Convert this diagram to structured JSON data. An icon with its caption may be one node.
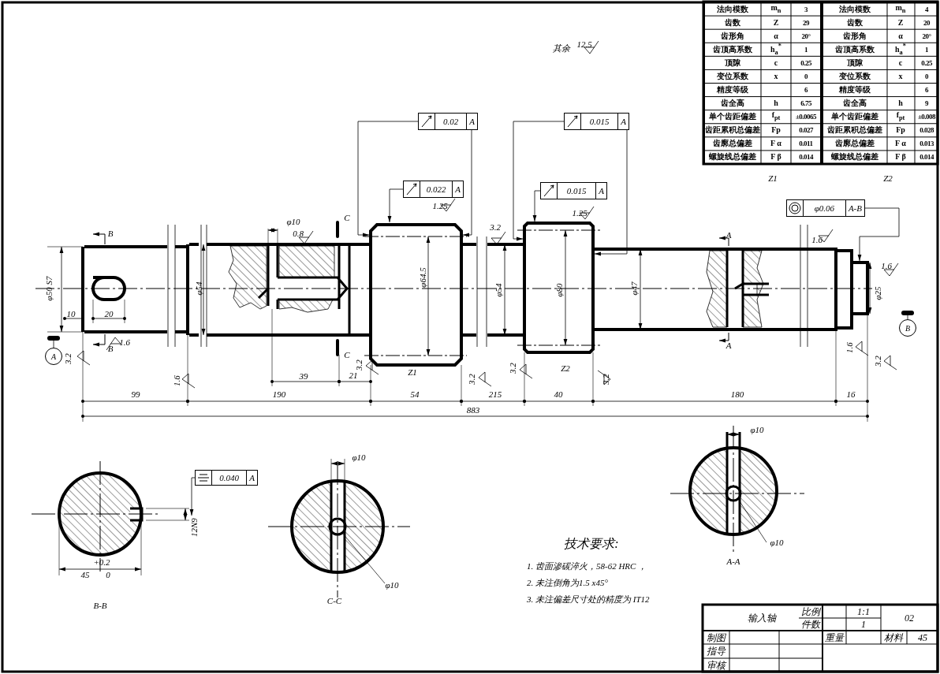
{
  "diagram": {
    "nodes": [
      {
        "text": [
          "0.02",
          "A"
        ]
      },
      {
        "text": [
          "0.015",
          "A"
        ]
      },
      {
        "text": [
          "0.022",
          "A"
        ]
      },
      {
        "text": [
          "0.015",
          "A"
        ]
      },
      {
        "text": [
          "φ0.06",
          "A-B"
        ]
      },
      {
        "text": [
          "0.040",
          "A"
        ]
      },
      {
        "text": [
          "A"
        ]
      },
      {
        "text": [
          "B"
        ]
      },
      {
        "text": [
          "12N9"
        ]
      }
    ],
    "edges": [
      {
        "from": 0,
        "to": null,
        "arrow": "to"
      },
      {
        "from": 0,
        "to": null,
        "arrow": "to"
      },
      {
        "from": 1,
        "to": null,
        "arrow": "to"
      },
      {
        "from": 1,
        "to": null,
        "arrow": "to"
      },
      {
        "from": 2,
        "to": null,
        "arrow": "to"
      },
      {
        "from": 3,
        "to": null,
        "arrow": "to"
      },
      {
        "from": 4,
        "to": null,
        "arrow": "to"
      },
      {
        "from": 5,
        "to": 8,
        "arrow": "to"
      },
      {
        "from": 6,
        "to": null,
        "arrow": "other"
      },
      {
        "from": 7,
        "to": null,
        "arrow": "other"
      }
    ],
    "labels": [
      "法向模数",
      "m$_{n}$",
      "3",
      "齿数",
      "Z",
      "29",
      "齿形角",
      "α",
      "20°",
      "齿顶高系数",
      "h$_{a}$$^{*}$",
      "1",
      "顶隙",
      "c",
      "0.25",
      "变位系数",
      "x",
      "0",
      "精度等级",
      "6",
      "齿全高",
      "h",
      "6.75",
      "单个齿距偏差",
      "f$_{pt}$",
      "±0.0065",
      "齿距累积总偏差",
      "Fp",
      "0.027",
      "齿廓总偏差",
      "F α",
      "0.011",
      "螺旋线总偏差",
      "F β",
      "0.014",
      "法向模数",
      "m$_{n}$",
      "4",
      "齿数",
      "Z",
      "20",
      "齿形角",
      "α",
      "20°",
      "齿顶高系数",
      "h$_{a}$$^{*}$",
      "1",
      "顶隙",
      "c",
      "0.25",
      "变位系数",
      "x",
      "0",
      "精度等级",
      "6",
      "齿全高",
      "h",
      "9",
      "单个齿距偏差",
      "f$_{pt}$",
      "±0.008",
      "齿距累积总偏差",
      "Fp",
      "0.028",
      "齿廓总偏差",
      "F α",
      "0.013",
      "螺旋线总偏差",
      "F β",
      "0.014",
      "Z1",
      "Z2",
      "其余",
      "12.5",
      "B",
      "φ10",
      "0.8",
      "C",
      "1.25",
      "1.25",
      "3.2",
      "1.6",
      "A",
      "φ50 S7",
      "10",
      "20",
      "φ54",
      "φ64.5",
      "φ54",
      "φ80",
      "φ47",
      "1.6",
      "φ25",
      "B",
      "1.6",
      "C",
      "A",
      "1.6",
      "3.2",
      "3.2",
      "Z1",
      "3.2",
      "Z2",
      "3.2",
      "1.6",
      "39",
      "21",
      "3.2",
      "3.2",
      "99",
      "190",
      "54",
      "215",
      "40",
      "180",
      "16",
      "883",
      "φ10",
      "φ10",
      "技术要求:",
      "φ10",
      "1. 齿面渗碳淬火，58-62 HRC ，",
      "+0.2",
      "A-A",
      "45",
      "0",
      "φ10",
      "2. 未注倒角为1.5 x45°",
      "B-B",
      "C-C",
      "3. 未注偏差尺寸处的精度为 IT12",
      "输入轴",
      "比例",
      "1:1",
      "02",
      "件数",
      "1",
      "制图",
      "重量",
      "材料",
      "45",
      "指导",
      "审核"
    ]
  }
}
